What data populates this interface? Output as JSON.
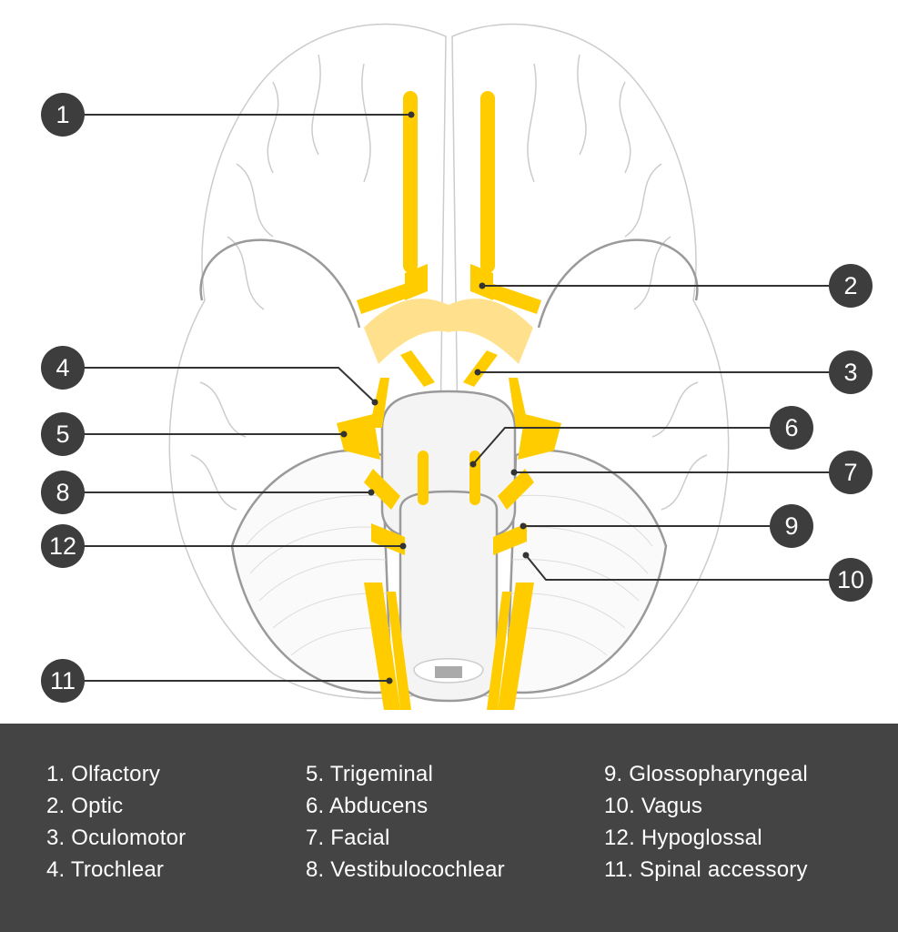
{
  "colors": {
    "nerve": "#ffcc00",
    "nerve_light": "#ffe08c",
    "outline": "#cccccc",
    "outline_dark": "#9a9a9a",
    "badge": "#3d3d3d",
    "legend_bg": "#444444",
    "legend_text": "#ffffff"
  },
  "markers": [
    {
      "number": "1"
    },
    {
      "number": "2"
    },
    {
      "number": "3"
    },
    {
      "number": "4"
    },
    {
      "number": "5"
    },
    {
      "number": "6"
    },
    {
      "number": "7"
    },
    {
      "number": "8"
    },
    {
      "number": "9"
    },
    {
      "number": "10"
    },
    {
      "number": "11"
    },
    {
      "number": "12"
    }
  ],
  "legend": {
    "columns": [
      [
        "1. Olfactory",
        "2. Optic",
        "3. Oculomotor",
        "4. Trochlear"
      ],
      [
        "5. Trigeminal",
        "6. Abducens",
        "7. Facial",
        "8. Vestibulocochlear"
      ],
      [
        "9. Glossopharyngeal",
        "10. Vagus",
        "12. Hypoglossal",
        "11. Spinal accessory"
      ]
    ]
  }
}
